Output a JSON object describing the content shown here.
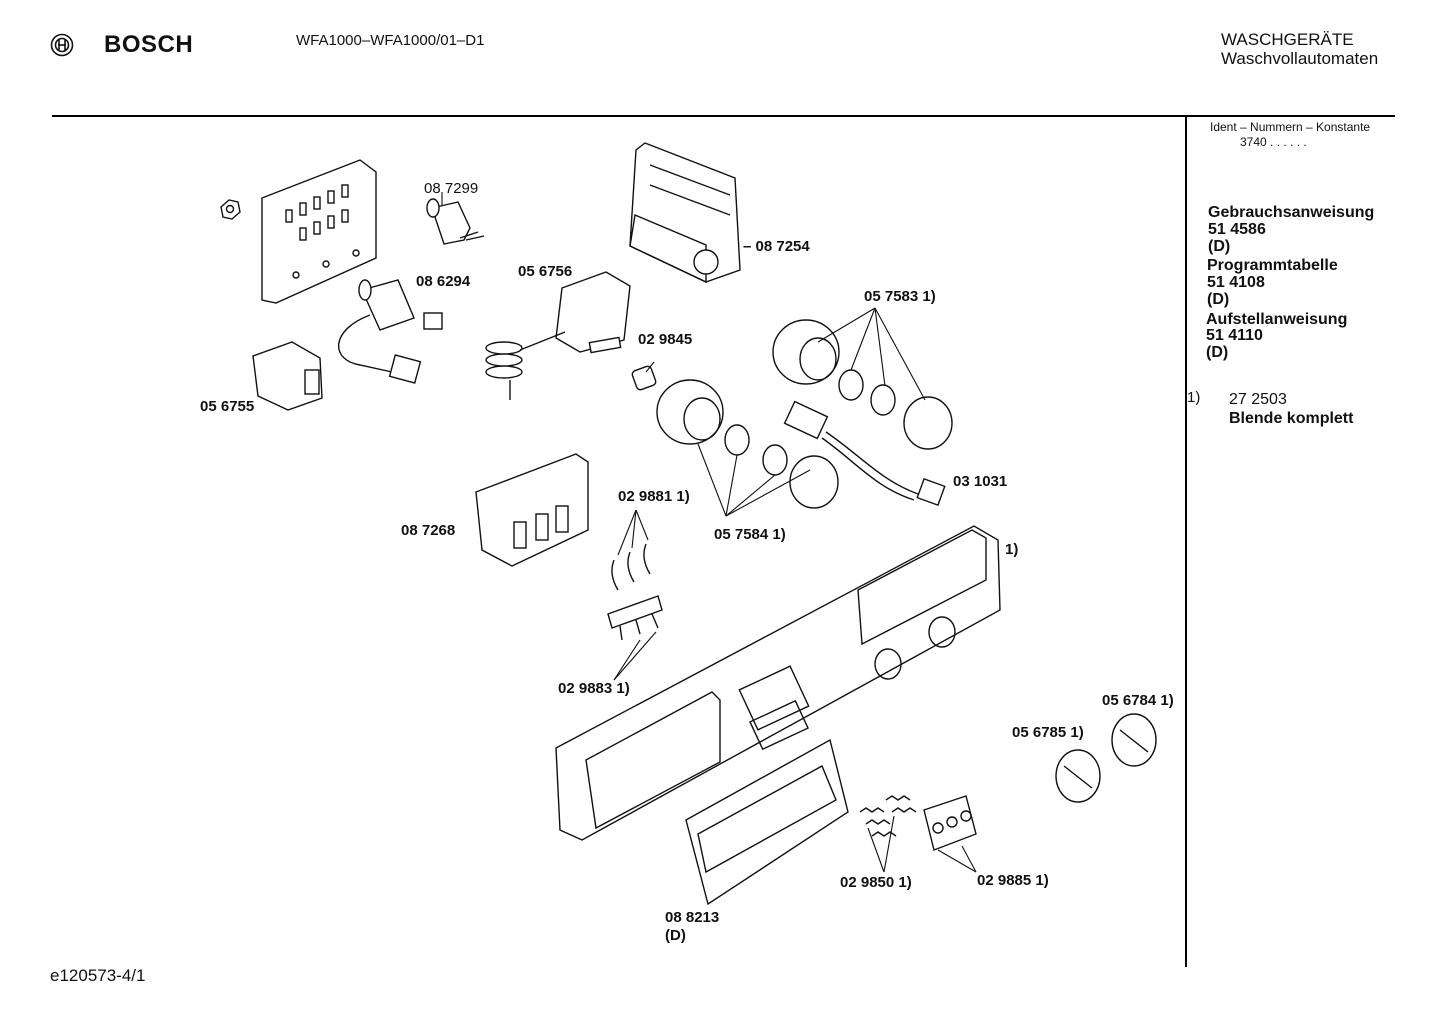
{
  "header": {
    "brand": "BOSCH",
    "model": "WFA1000–WFA1000/01–D1",
    "category_line1": "WASCHGERÄTE",
    "category_line2": "Waschvollautomaten"
  },
  "sidebar": {
    "ident_label": "Ident – Nummern – Konstante",
    "ident_value": "3740 . . . . . .",
    "docs": [
      {
        "title": "Gebrauchsanweisung",
        "number": "51 4586",
        "lang": "(D)"
      },
      {
        "title": "Programmtabelle",
        "number": "51 4108",
        "lang": "(D)"
      },
      {
        "title": "Aufstellanweisung",
        "number": "51 4110",
        "lang": "(D)"
      }
    ],
    "footnote_mark": "1)",
    "footnote_number": "27 2503",
    "footnote_text": "Blende komplett"
  },
  "parts": {
    "p087299": "08 7299",
    "p087254": "– 08 7254",
    "p086294": "08 6294",
    "p056756": "05 6756",
    "p029845": "02 9845",
    "p057583": "05 7583 1)",
    "p056755": "05 6755",
    "p031031": "03 1031",
    "p029881": "02 9881 1)",
    "p087268": "08 7268",
    "p057584": "05 7584 1)",
    "panel_ref": "1)",
    "p029883": "02 9883 1)",
    "p056784": "05 6784 1)",
    "p056785": "05 6785 1)",
    "p029850": "02 9850 1)",
    "p029885": "02 9885 1)",
    "p088213": "08 8213",
    "p088213_lang": "(D)"
  },
  "footer": {
    "drawing_id": "e120573-4/1"
  }
}
